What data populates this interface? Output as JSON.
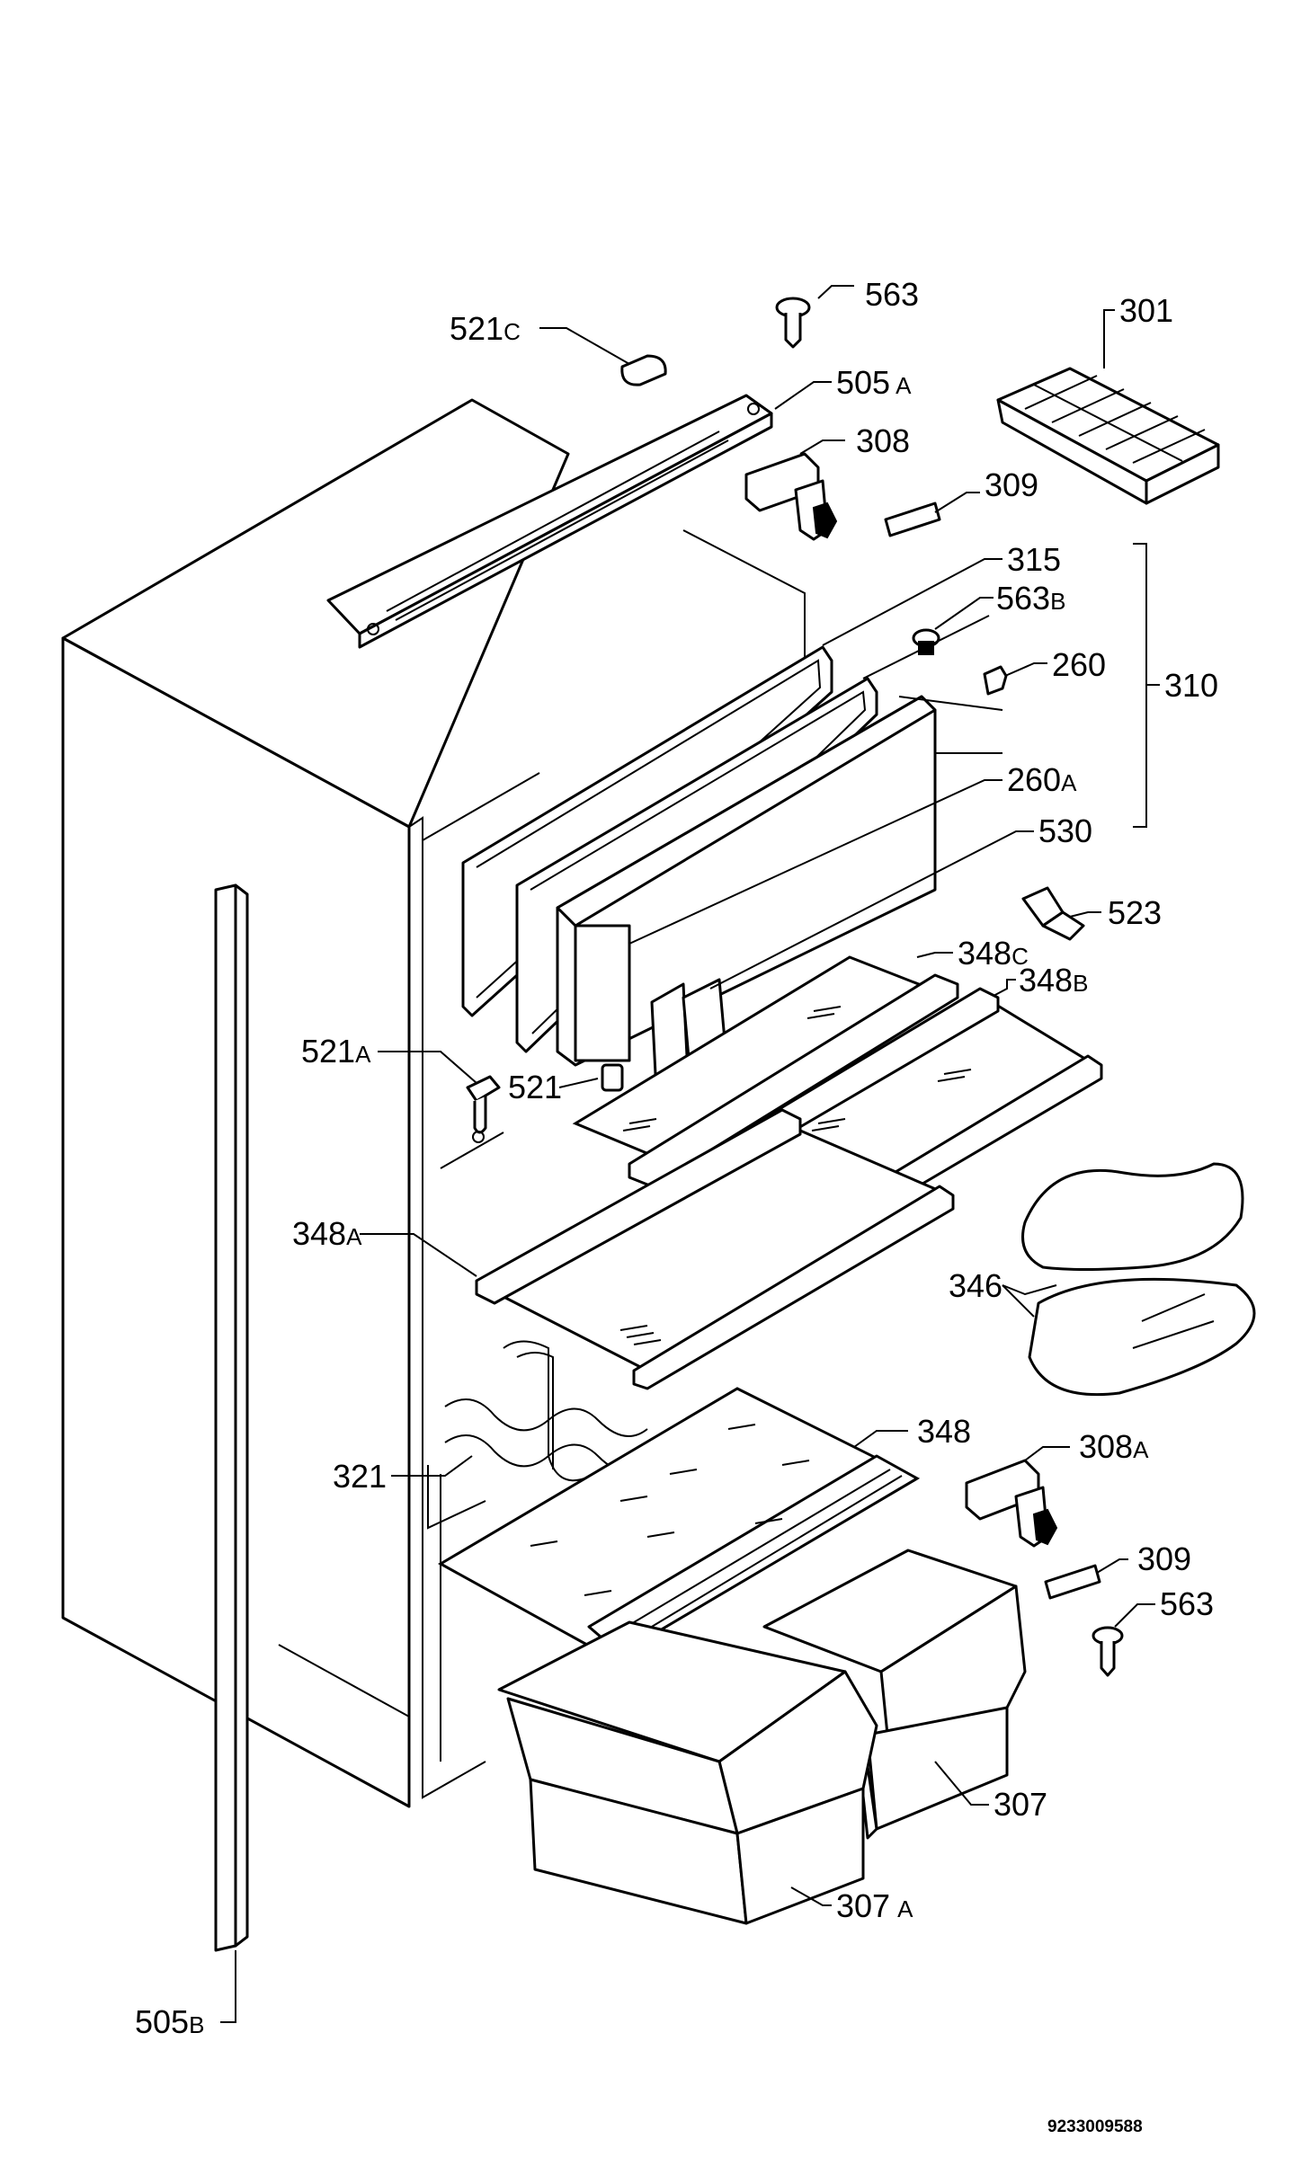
{
  "callouts": [
    {
      "id": "c563-top",
      "num": "563",
      "suffix": ""
    },
    {
      "id": "c301",
      "num": "301",
      "suffix": ""
    },
    {
      "id": "c521c",
      "num": "521",
      "suffix": "C"
    },
    {
      "id": "c505a",
      "num": "505",
      "suffix": "A"
    },
    {
      "id": "c308",
      "num": "308",
      "suffix": ""
    },
    {
      "id": "c309-top",
      "num": "309",
      "suffix": ""
    },
    {
      "id": "c315",
      "num": "315",
      "suffix": ""
    },
    {
      "id": "c563b",
      "num": "563",
      "suffix": "B"
    },
    {
      "id": "c260",
      "num": "260",
      "suffix": ""
    },
    {
      "id": "c310",
      "num": "310",
      "suffix": ""
    },
    {
      "id": "c260a",
      "num": "260",
      "suffix": "A"
    },
    {
      "id": "c530",
      "num": "530",
      "suffix": ""
    },
    {
      "id": "c523",
      "num": "523",
      "suffix": ""
    },
    {
      "id": "c348c",
      "num": "348",
      "suffix": "C"
    },
    {
      "id": "c348b",
      "num": "348",
      "suffix": "B"
    },
    {
      "id": "c521a",
      "num": "521",
      "suffix": "A"
    },
    {
      "id": "c521",
      "num": "521",
      "suffix": ""
    },
    {
      "id": "c348a",
      "num": "348",
      "suffix": "A"
    },
    {
      "id": "c346",
      "num": "346",
      "suffix": ""
    },
    {
      "id": "c348",
      "num": "348",
      "suffix": ""
    },
    {
      "id": "c308a",
      "num": "308",
      "suffix": "A"
    },
    {
      "id": "c321",
      "num": "321",
      "suffix": ""
    },
    {
      "id": "c309-bottom",
      "num": "309",
      "suffix": ""
    },
    {
      "id": "c563-bottom",
      "num": "563",
      "suffix": ""
    },
    {
      "id": "c307",
      "num": "307",
      "suffix": ""
    },
    {
      "id": "c307a",
      "num": "307",
      "suffix": "A"
    },
    {
      "id": "c505b",
      "num": "505",
      "suffix": "B"
    }
  ],
  "drawing_code": "9233009588"
}
